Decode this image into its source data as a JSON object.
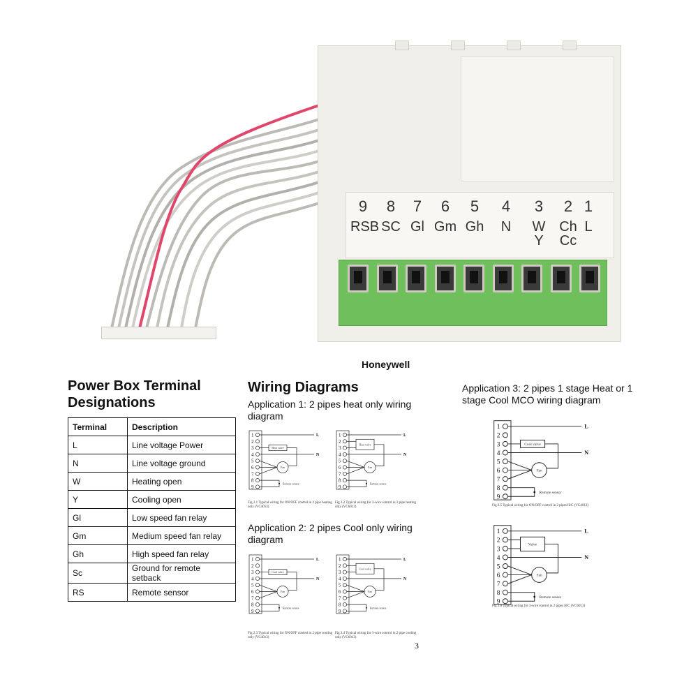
{
  "device": {
    "terminal_numbers": [
      "9",
      "8",
      "7",
      "6",
      "5",
      "4",
      "3",
      "2",
      "1"
    ],
    "terminal_labels": [
      "RSB",
      "SC",
      "Gl",
      "Gm",
      "Gh",
      "N",
      "W\nY",
      "Ch\nCc",
      "L"
    ],
    "colors": {
      "body": "#f1efea",
      "terminal_green": "#6fbf5c",
      "red_wire": "#e0456a",
      "grey_wire": "#b9b6b2"
    }
  },
  "brand": "Honeywell",
  "left": {
    "title_line1": "Power Box Terminal",
    "title_line2": "Designations",
    "table": {
      "headers": [
        "Terminal",
        "Description"
      ],
      "rows": [
        [
          "L",
          "Line voltage Power"
        ],
        [
          "N",
          "Line voltage ground"
        ],
        [
          "W",
          "Heating open"
        ],
        [
          "Y",
          "Cooling open"
        ],
        [
          "Gl",
          "Low speed fan relay"
        ],
        [
          "Gm",
          "Medium speed fan relay"
        ],
        [
          "Gh",
          "High speed fan relay"
        ],
        [
          "Sc",
          "Ground for remote setback"
        ],
        [
          "RS",
          "Remote sensor"
        ]
      ]
    }
  },
  "middle": {
    "title": "Wiring Diagrams",
    "app1": "Application 1: 2 pipes heat only wiring diagram",
    "app2": "Application 2: 2 pipes Cool only wiring diagram",
    "page_number": "3"
  },
  "right": {
    "app3": "Application 3: 2 pipes 1 stage Heat or 1 stage Cool MCO wiring diagram"
  },
  "diagram_common": {
    "terminals": [
      "1",
      "2",
      "3",
      "4",
      "5",
      "6",
      "7",
      "8",
      "9"
    ],
    "line": "L",
    "neutral": "N",
    "fan": "Fan",
    "sensor": "Remote sensor"
  },
  "diagrams": [
    {
      "valve": "Heat valve",
      "three_wire": false,
      "caption": "Fig 2.1 Typical wiring for ON/OFF control in 2 pipe heating only (VC4013)"
    },
    {
      "valve": "Heat valve",
      "three_wire": true,
      "caption": "Fig 2.2 Typical wiring for 3-wire control in 2 pipe heating only (VC6013)"
    },
    {
      "valve": "Cool valve",
      "three_wire": false,
      "caption": "Fig 2.3 Typical wiring for ON/OFF control in 2 pipe cooling only (VC4013)"
    },
    {
      "valve": "Cool valve",
      "three_wire": true,
      "caption": "Fig 2.4 Typical wiring for 3-wire control in 2 pipe cooling only (VC6013)"
    },
    {
      "valve": "Cool valve",
      "three_wire": false,
      "caption": "Fig 2.5 Typical wiring for ON/OFF control in 2 pipes H/C (VC4013)"
    },
    {
      "valve": "Valve",
      "three_wire": true,
      "caption": "Fig 2.6 Typical wiring for 3-wire control in 2 pipes H/C (VC6013)"
    }
  ]
}
